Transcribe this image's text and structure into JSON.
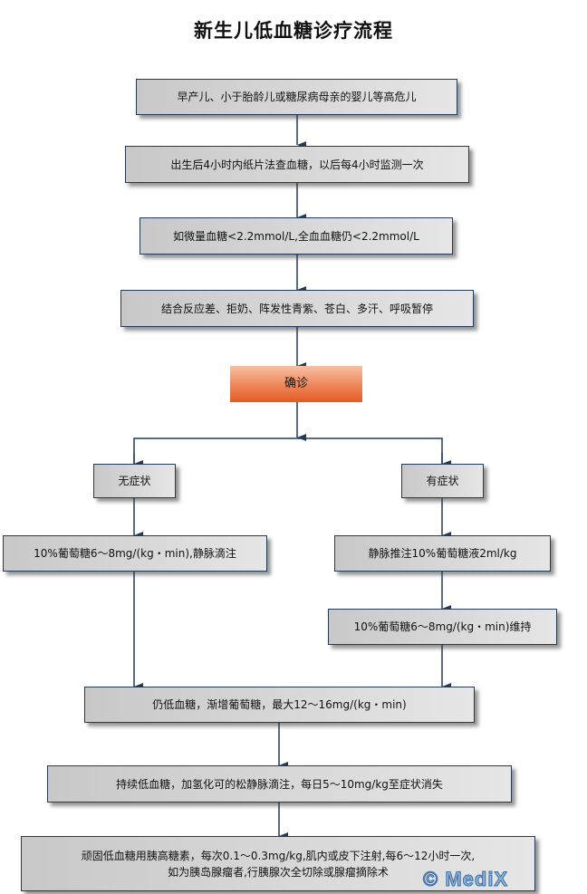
{
  "title": "新生儿低血糖诊疗流程",
  "colors": {
    "border": "#243a57",
    "connector": "#243a57",
    "box_fill_start": "#c8c8c8",
    "box_fill_end": "#e6e6e6",
    "highlight_top": "#f7c0a4",
    "highlight_bottom": "#e45a24"
  },
  "nodes": {
    "high_risk": "早产儿、小于胎龄儿或糖尿病母亲的婴儿等高危儿",
    "monitoring": "出生后4小时内纸片法查血糖，以后每4小时监测一次",
    "threshold": "如微量血糖<2.2mmol/L,全血血糖仍<2.2mmol/L",
    "symptoms": "结合反应差、拒奶、阵发性青紫、苍白、多汗、呼吸暂停",
    "diagnosis": "确诊",
    "asymptomatic": "无症状",
    "symptomatic": "有症状",
    "asym_treatment": "10%葡萄糖6～8mg/(kg・min),静脉滴注",
    "sym_bolus": "静脉推注10%葡萄糖液2ml/kg",
    "sym_maintain": "10%葡萄糖6～8mg/(kg・min)维持",
    "persistent_low": "仍低血糖，渐增葡萄糖，最大12～16mg/(kg・min)",
    "hydrocortisone": "持续低血糖，加氢化可的松静脉滴注，每日5～10mg/kg至症状消失",
    "refractory": "顽固低血糖用胰高糖素，每次0.1～0.3mg/kg,肌内或皮下注射,每6～12小时一次,\n如为胰岛腺瘤者,行胰腺次全切除或腺瘤摘除术"
  },
  "watermark": "© MediX"
}
